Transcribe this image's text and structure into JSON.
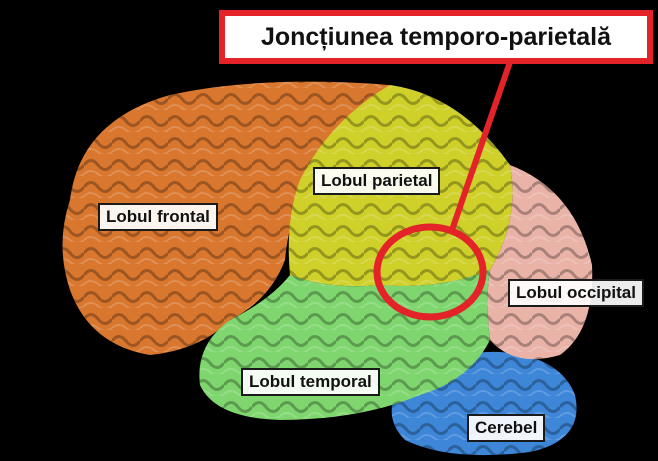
{
  "title": "Joncțiunea temporo-parietală",
  "labels": {
    "frontal": "Lobul frontal",
    "parietal": "Lobul parietal",
    "occipital": "Lobul occipital",
    "temporal": "Lobul temporal",
    "cerebellum": "Cerebel"
  },
  "colors": {
    "background": "#000000",
    "frontal_lobe": "#d9772f",
    "parietal_lobe": "#cfd02a",
    "occipital_lobe": "#e9b3a8",
    "temporal_lobe": "#7fd66f",
    "cerebellum": "#3d86d8",
    "highlight": "#e32328"
  }
}
